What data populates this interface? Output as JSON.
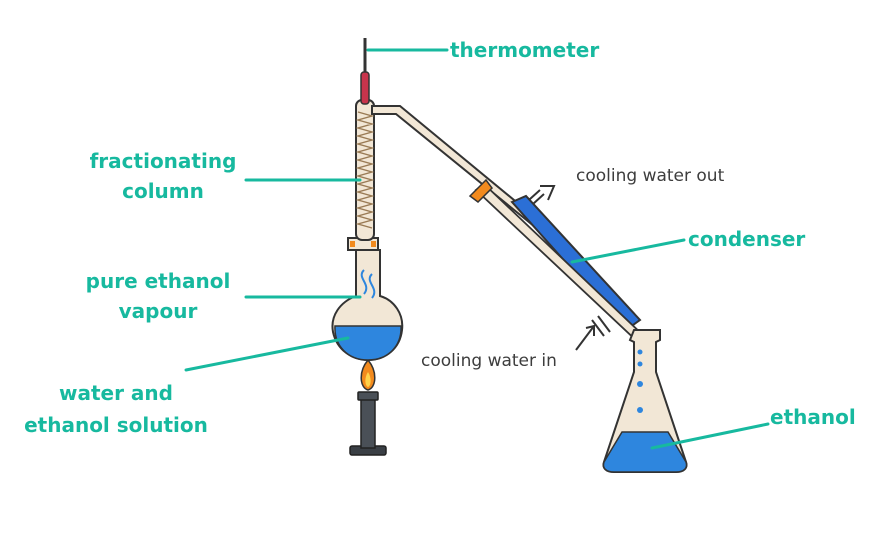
{
  "labels": {
    "thermometer": "thermometer",
    "fractionating_column_1": "fractionating",
    "fractionating_column_2": "column",
    "pure_ethanol_vapour_1": "pure ethanol",
    "pure_ethanol_vapour_2": "vapour",
    "water_ethanol_solution_1": "water and",
    "water_ethanol_solution_2": "ethanol solution",
    "cooling_water_out": "cooling water out",
    "condenser": "condenser",
    "cooling_water_in": "cooling water in",
    "ethanol": "ethanol"
  },
  "colors": {
    "label_teal": "#17b99f",
    "label_gray": "#3d3d3d",
    "glass": "#f2e7d6",
    "outline": "#333333",
    "condenser_blue": "#2b6fd6",
    "liquid_blue": "#2e86de",
    "flame_orange": "#f28a1d",
    "thermometer_red": "#c8344c"
  }
}
